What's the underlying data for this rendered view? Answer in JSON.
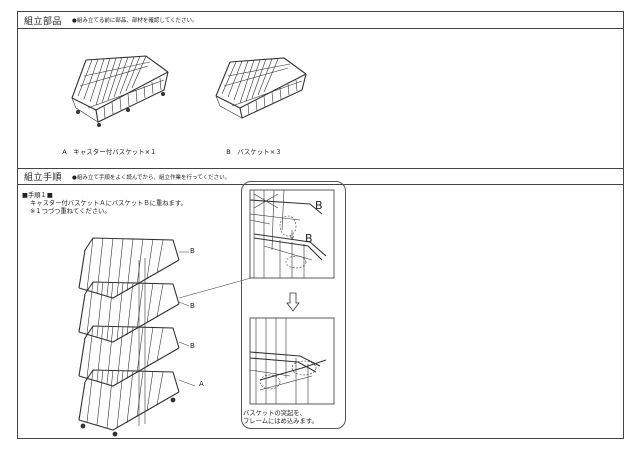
{
  "parts_section": {
    "title": "組立部品",
    "note": "●組み立てる前に部品、部材を確認してください。",
    "part_a": {
      "letter": "A",
      "label": "キャスター付バスケット×１"
    },
    "part_b": {
      "letter": "B",
      "label": "バスケット×３"
    }
  },
  "steps_section": {
    "title": "組立手順",
    "note": "●組み立て手順をよく読んでから、組立作業を行ってください。",
    "step_heading": "■手順１■",
    "step_line1": "キャスター付バスケットＡにバスケットＢに重ねます。",
    "step_line2": "※１つづつ重ねてください。",
    "labels": {
      "b1": "B",
      "b2": "B",
      "b3": "B",
      "a": "A"
    },
    "detail_labels": {
      "b_top": "B",
      "b_bottom": "B"
    },
    "caption_line1": "バスケットの突起を、",
    "caption_line2": "フレームにはめ込みます。"
  }
}
